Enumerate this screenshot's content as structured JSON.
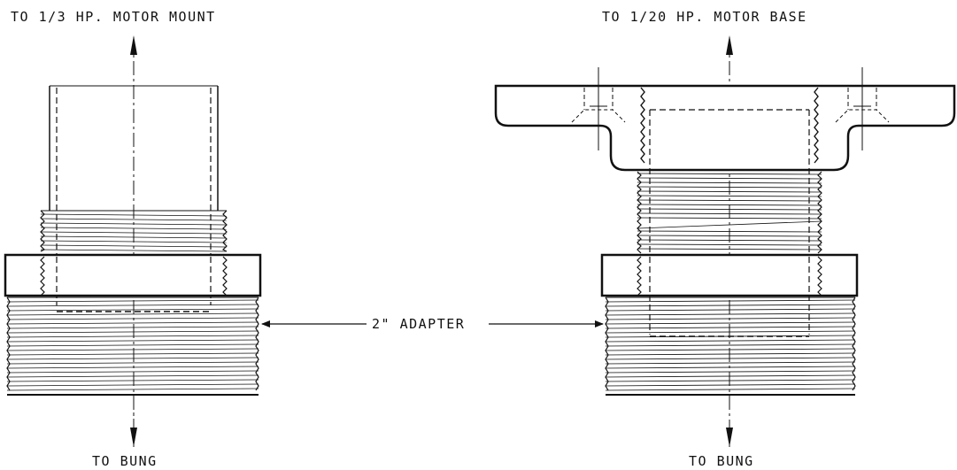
{
  "labels": {
    "left_top": "TO 1/3 HP. MOTOR MOUNT",
    "right_top": "TO 1/20 HP. MOTOR BASE",
    "left_bottom": "TO BUNG",
    "right_bottom": "TO BUNG",
    "center": "2\" ADAPTER"
  },
  "colors": {
    "ink": "#111111",
    "background": "#ffffff"
  }
}
